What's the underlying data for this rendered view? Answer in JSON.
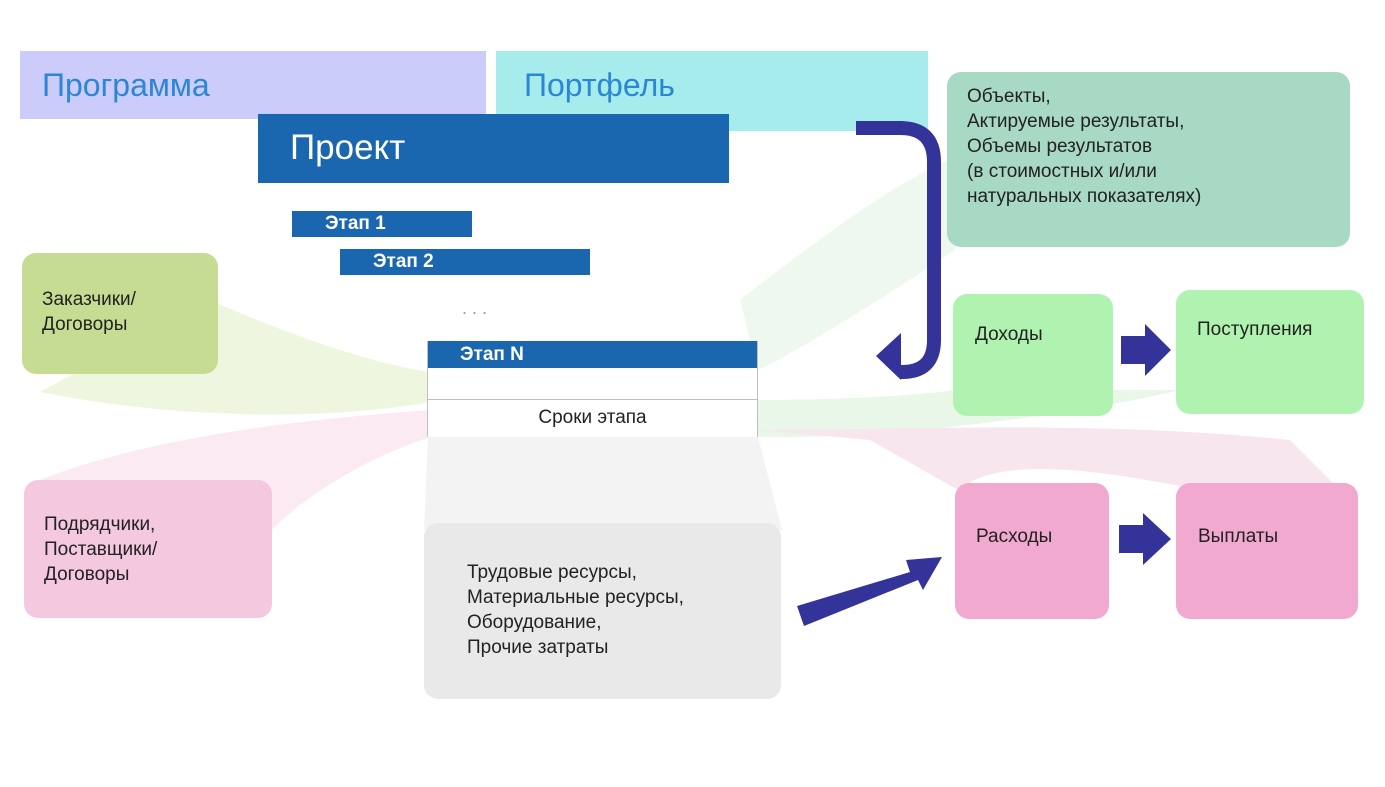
{
  "bands": {
    "program": "Программа",
    "portfolio": "Портфель"
  },
  "project": "Проект",
  "stages": {
    "stage1": "Этап 1",
    "stage2": "Этап 2",
    "ellipsis": "...",
    "stageN": "Этап N",
    "stageN_terms": "Сроки этапа"
  },
  "customers": [
    "Заказчики/",
    "Договоры"
  ],
  "contractors": [
    "Подрядчики,",
    "Поставщики/",
    "Договоры"
  ],
  "resources": [
    "Трудовые ресурсы,",
    "Материальные ресурсы,",
    "Оборудование,",
    "Прочие затраты"
  ],
  "objects": [
    "Объекты,",
    "Актируемые результаты,",
    "Объемы результатов",
    "(в стоимостных и/или",
    "натуральных показателях)"
  ],
  "income": "Доходы",
  "receipts": "Поступления",
  "expenses": "Расходы",
  "payments": "Выплаты",
  "colors": {
    "stage_blue": "#1a67b0",
    "arrow_indigo": "#343399",
    "program_band": "#ccccfa",
    "portfolio_band": "#a6ecec",
    "green_box": "#b0f3b0",
    "pink_box": "#f2a9d0",
    "teal_box": "#a8d9c4",
    "olive_box": "#c6dc92",
    "gray_box": "#e8e9e8"
  },
  "icons": [
    "curved-arrow-icon",
    "right-arrow-icon",
    "diagonal-arrow-icon"
  ]
}
